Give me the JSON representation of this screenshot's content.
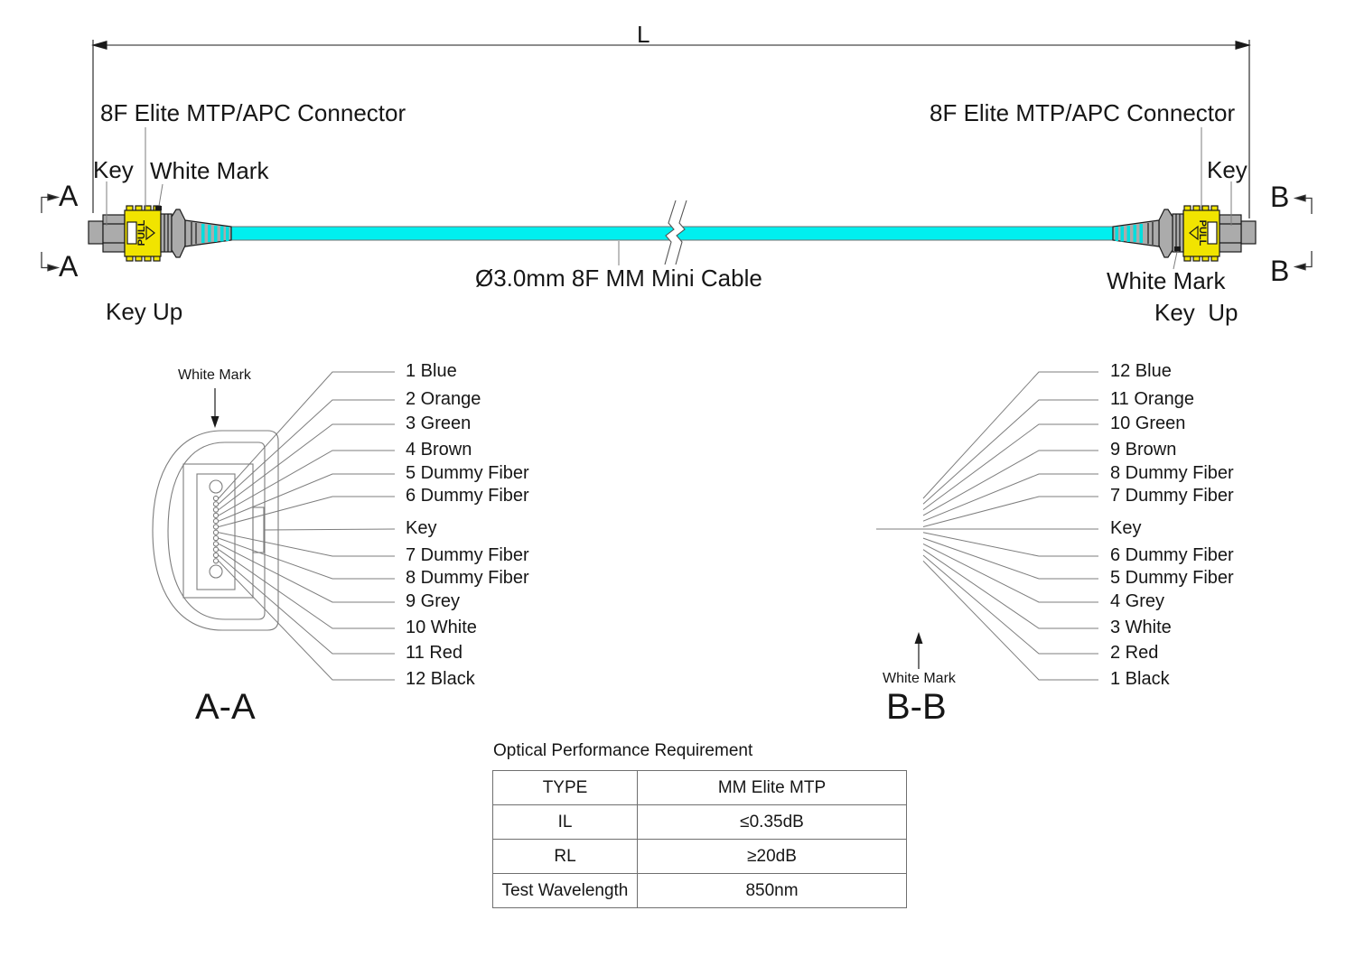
{
  "assembly": {
    "dim_label": "L",
    "left_connector_label": "8F Elite MTP/APC Connector",
    "right_connector_label": "8F Elite MTP/APC Connector",
    "left_key_label": "Key",
    "right_key_label": "Key",
    "left_white_mark_label": "White Mark",
    "right_white_mark_label": "White Mark",
    "left_key_up_label": "Key Up",
    "right_key_up_label": "Key  Up",
    "cable_label": "Ø3.0mm 8F MM Mini Cable",
    "section_a_label": "A",
    "section_b_label": "B",
    "pull_label": "PULL"
  },
  "face_a": {
    "title": "A-A",
    "white_mark": "White Mark",
    "key_label": "Key",
    "labels": [
      "1 Blue",
      "2 Orange",
      "3 Green",
      "4 Brown",
      "5 Dummy Fiber",
      "6 Dummy Fiber",
      "Key",
      "7 Dummy Fiber",
      "8 Dummy Fiber",
      "9 Grey",
      "10 White",
      "11 Red",
      "12 Black"
    ]
  },
  "face_b": {
    "title": "B-B",
    "white_mark": "White Mark",
    "key_label": "Key",
    "labels": [
      "12 Blue",
      "11 Orange",
      "10 Green",
      "9 Brown",
      "8 Dummy Fiber",
      "7 Dummy Fiber",
      "Key",
      "6 Dummy Fiber",
      "5 Dummy Fiber",
      "4 Grey",
      "3 White",
      "2 Red",
      "1 Black"
    ]
  },
  "table": {
    "title": "Optical Performance Requirement",
    "rows": [
      {
        "param": "TYPE",
        "value": "MM Elite MTP"
      },
      {
        "param": "IL",
        "value": "≤0.35dB"
      },
      {
        "param": "RL",
        "value": "≥20dB"
      },
      {
        "param": "Test Wavelength",
        "value": "850nm"
      }
    ]
  },
  "colors": {
    "cable_cyan": "#00efef",
    "housing_yellow": "#f1e400",
    "connector_grey": "#ababab",
    "line_grey": "#7d7d7d"
  }
}
